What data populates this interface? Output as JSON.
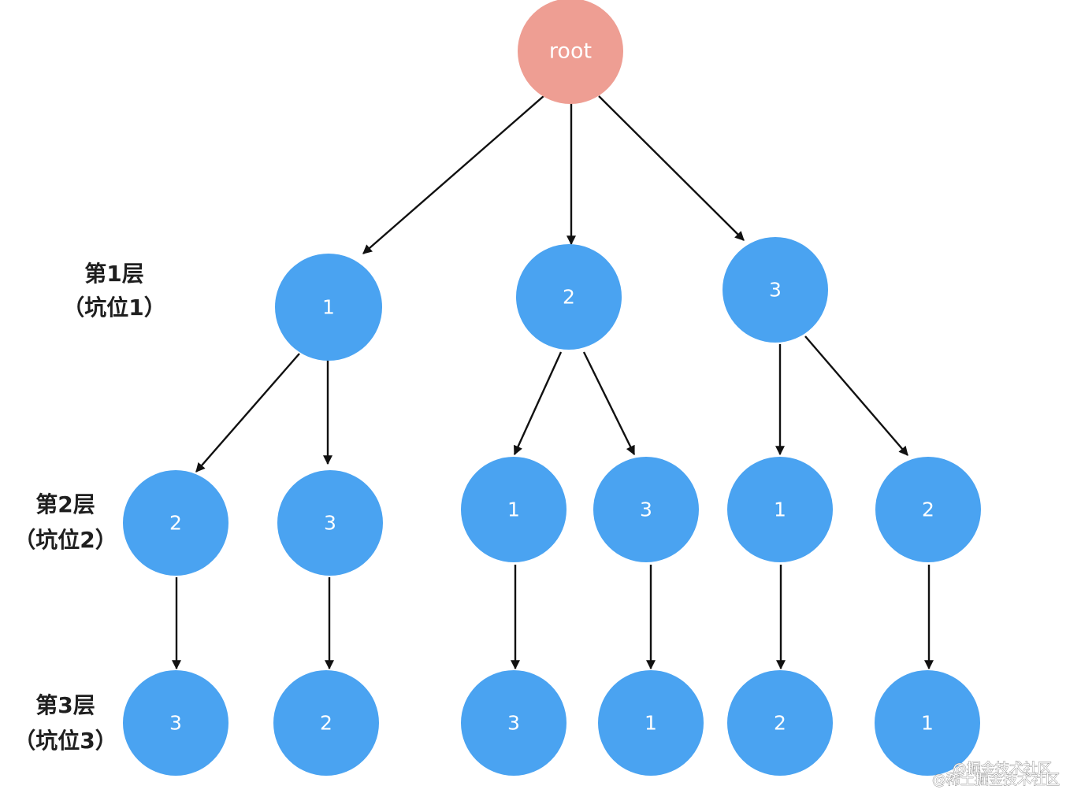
{
  "colors": {
    "root_fill": "#ee9e93",
    "node_fill": "#4aa3f1",
    "edge": "#111111"
  },
  "root": {
    "label": "root"
  },
  "level_labels": [
    {
      "line1": "第1层",
      "line2": "（坑位1）"
    },
    {
      "line1": "第2层",
      "line2": "（坑位2）"
    },
    {
      "line1": "第3层",
      "line2": "（坑位3）"
    }
  ],
  "level1": [
    {
      "label": "1"
    },
    {
      "label": "2"
    },
    {
      "label": "3"
    }
  ],
  "level2": [
    {
      "label": "2"
    },
    {
      "label": "3"
    },
    {
      "label": "1"
    },
    {
      "label": "3"
    },
    {
      "label": "1"
    },
    {
      "label": "2"
    }
  ],
  "level3": [
    {
      "label": "3"
    },
    {
      "label": "2"
    },
    {
      "label": "3"
    },
    {
      "label": "1"
    },
    {
      "label": "2"
    },
    {
      "label": "1"
    }
  ],
  "watermark": {
    "line1": "@掘金技术社区",
    "line2": "@稀土掘金技术社区"
  }
}
